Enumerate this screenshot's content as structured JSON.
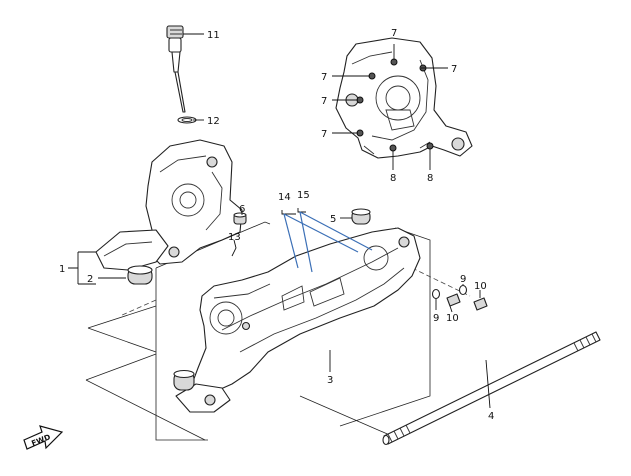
{
  "diagram": {
    "fwd_label": "FWD",
    "callouts": {
      "c1": "1",
      "c2": "2",
      "c3": "3",
      "c4": "4",
      "c5": "5",
      "c6": "6",
      "c7": "7",
      "c8": "8",
      "c9": "9",
      "c10": "10",
      "c11": "11",
      "c12": "12",
      "c13": "13",
      "c14": "14",
      "c15": "15"
    }
  }
}
